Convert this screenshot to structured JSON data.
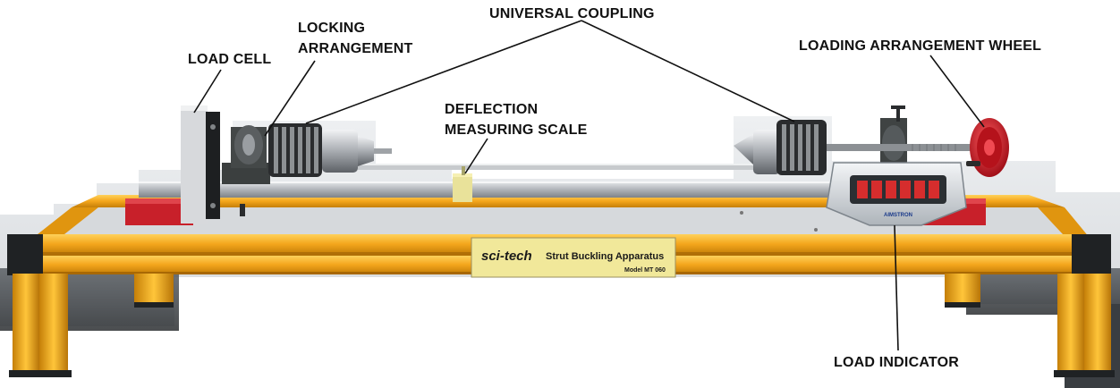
{
  "labels": {
    "load_cell": "LOAD CELL",
    "locking_line1": "LOCKING",
    "locking_line2": "ARRANGEMENT",
    "universal_coupling": "UNIVERSAL COUPLING",
    "deflection_line1": "DEFLECTION",
    "deflection_line2": "MEASURING SCALE",
    "loading_wheel": "LOADING ARRANGEMENT WHEEL",
    "load_indicator": "LOAD INDICATOR"
  },
  "nameplate": {
    "brand": "sci-tech",
    "product": "Strut Buckling Apparatus",
    "model": "Model MT 060"
  },
  "indicator": {
    "brand": "AIMSTRON"
  },
  "colors": {
    "frame": "#f4a61c",
    "frame_dark": "#b8780a",
    "frame_black": "#222222",
    "red_block": "#c8202a",
    "wheel": "#d11a24",
    "steel": "#b9bcc0",
    "plate": "#f1e89a",
    "indicator_body": "#d9dde2",
    "lcd": "#d62d2d",
    "bench": "#3c4044",
    "wall": "#e2e4e6"
  }
}
